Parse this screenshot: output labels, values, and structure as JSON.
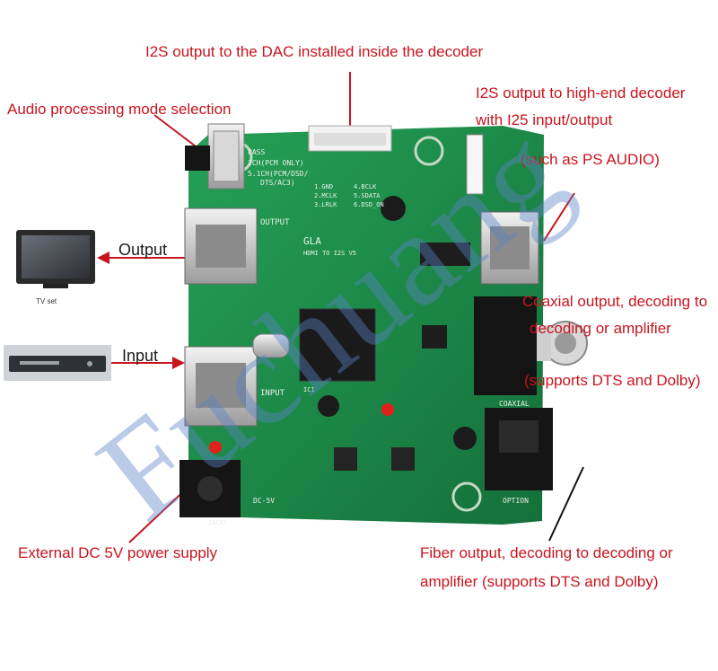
{
  "callouts": {
    "dac_i2s": "I2S output to the DAC installed inside the decoder",
    "mode_select": "Audio processing mode selection",
    "highend_line1": "I2S output to high-end decoder",
    "highend_line2": "with I25 input/output",
    "highend_line3": "(such as PS AUDIO)",
    "output": "Output",
    "input": "Input",
    "coax_line1": "Coaxial output, decoding to",
    "coax_line2": "decoding or amplifier",
    "coax_line3": "(supports DTS and Dolby)",
    "dc_power": "External DC 5V power supply",
    "fiber_line1": "Fiber output, decoding to decoding or",
    "fiber_line2": "amplifier (supports DTS and Dolby)",
    "tv_caption": "TV set"
  },
  "watermark": "Fuchuang",
  "board_silkscreen": {
    "mode_pass": "PASS",
    "mode_2ch": "2CH(PCM ONLY)",
    "mode_5ch_a": "5.1CH(PCM/DSD/",
    "mode_5ch_b": "DTS/AC3)",
    "pins": [
      "1.GND",
      "2.MCLK",
      "3.LRLK",
      "4.BCLK",
      "5.SDATA",
      "6.DSD_ON"
    ],
    "board_name": "GLA",
    "board_sub": "HDMI TO I2S V5",
    "output": "OUTPUT",
    "input": "INPUT",
    "coaxial": "COAXIAL",
    "option": "OPTION",
    "dc5v": "DC-5V",
    "jack": "JACK1",
    "ic": "IC1"
  },
  "colors": {
    "callout_red": "#c8141e",
    "pcb_green": "#1f8a4a",
    "watermark_blue": "#5a82c8"
  }
}
